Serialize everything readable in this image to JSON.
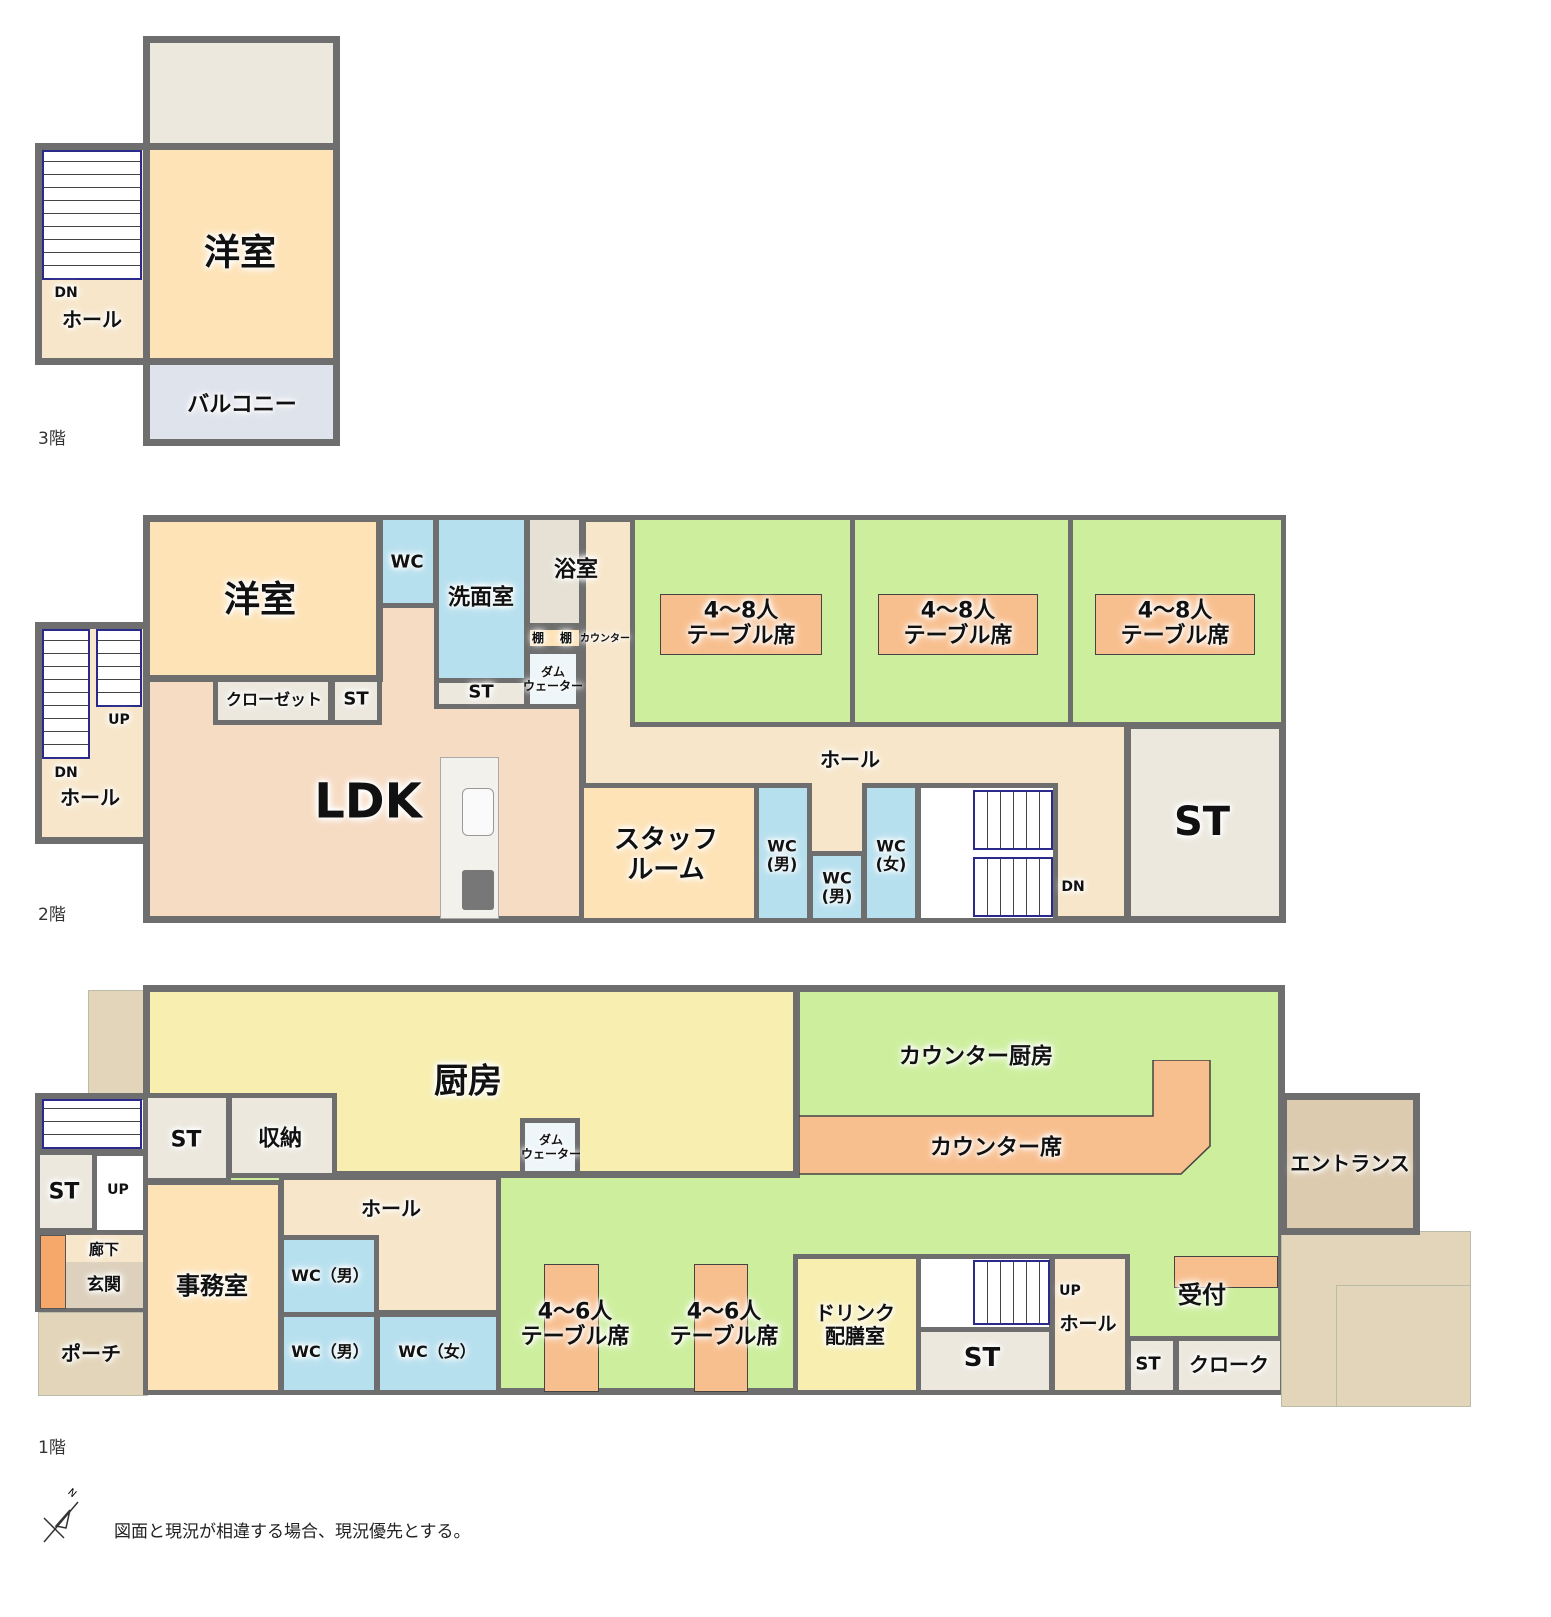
{
  "colors": {
    "wall": "#6e6e6e",
    "western_room": "#fde3b6",
    "hall": "#f7e6c9",
    "storage": "#ece8de",
    "balcony": "#dfe3ec",
    "wet_area": "#b7e0ef",
    "ldk": "#f7dcc4",
    "dining": "#cdef9d",
    "table": "#f8bf8e",
    "kitchen": "#f7eeaf",
    "entrance": "#ddcbb0",
    "porch": "#e3d5b9"
  },
  "floor3": {
    "label": "3階",
    "rooms": {
      "western": "洋室",
      "hall": "ホール",
      "balcony": "バルコニー",
      "stair_dn": "DN"
    }
  },
  "floor2": {
    "label": "2階",
    "rooms": {
      "western": "洋室",
      "wc": "WC",
      "washroom": "洗面室",
      "bath": "浴室",
      "shelf1": "棚",
      "shelf2": "棚",
      "counter": "カウンター",
      "dumbwaiter": "ダム\nウェーター",
      "closet": "クローゼット",
      "st_small": "ST",
      "st_wash": "ST",
      "ldk": "LDK",
      "hall_left": "ホール",
      "stair_up": "UP",
      "stair_dn": "DN",
      "hall": "ホール",
      "staff_room": "スタッフ\nルーム",
      "wc_m1": "WC\n(男)",
      "wc_m2": "WC\n(男)",
      "wc_f": "WC\n(女)",
      "stair_dn2": "DN",
      "st_large": "ST"
    },
    "tables": [
      {
        "label": "4～8人\nテーブル席"
      },
      {
        "label": "4～8人\nテーブル席"
      },
      {
        "label": "4～8人\nテーブル席"
      }
    ]
  },
  "floor1": {
    "label": "1階",
    "rooms": {
      "kitchen": "厨房",
      "dumbwaiter": "ダム\nウェーター",
      "counter_kitchen": "カウンター厨房",
      "counter_seats": "カウンター席",
      "entrance": "エントランス",
      "st_stair": "ST",
      "st1": "ST",
      "storage": "収納",
      "stair_up": "UP",
      "corridor": "廊下",
      "genkan": "玄関",
      "porch": "ポーチ",
      "office": "事務室",
      "hall": "ホール",
      "wc_m1": "WC（男）",
      "wc_m2": "WC（男）",
      "wc_f": "WC（女）",
      "drink_room": "ドリンク\n配膳室",
      "stair_up2": "UP",
      "st_mid": "ST",
      "hall_right": "ホール",
      "st_small": "ST",
      "cloak": "クローク",
      "reception": "受付"
    },
    "tables": [
      {
        "label": "4～6人\nテーブル席"
      },
      {
        "label": "4～6人\nテーブル席"
      }
    ]
  },
  "footer": {
    "compass": "N",
    "note": "図面と現況が相違する場合、現況優先とする。"
  }
}
